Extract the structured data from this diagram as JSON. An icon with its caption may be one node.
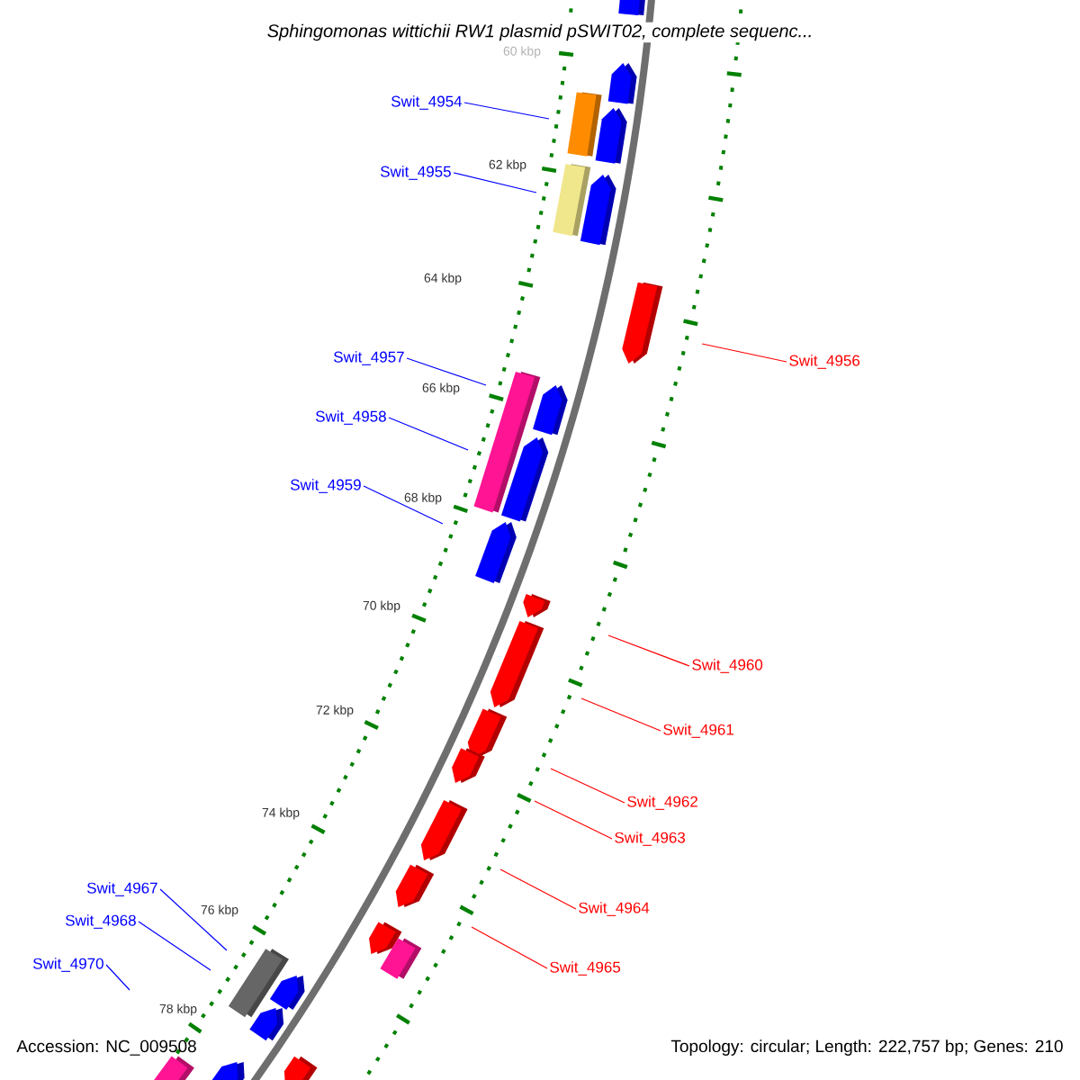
{
  "diagram": {
    "title": "Sphingomonas wittichii RW1 plasmid pSWIT02, complete sequenc...",
    "nodes": [
      {
        "text": [
          "Swit_4954"
        ]
      },
      {
        "text": [
          "Swit_4955"
        ]
      },
      {
        "text": [
          "Swit_4957"
        ]
      },
      {
        "text": [
          "Swit_4956"
        ]
      },
      {
        "text": [
          "Swit_4958"
        ]
      },
      {
        "text": [
          "Swit_4959"
        ]
      },
      {
        "text": [
          "Swit_4960"
        ]
      },
      {
        "text": [
          "Swit_4961"
        ]
      },
      {
        "text": [
          "Swit_4962"
        ]
      },
      {
        "text": [
          "Swit_4963"
        ]
      },
      {
        "text": [
          "Swit_4967"
        ]
      },
      {
        "text": [
          "Swit_4964"
        ]
      },
      {
        "text": [
          "Swit_4968"
        ]
      },
      {
        "text": [
          "Swit_4970"
        ]
      },
      {
        "text": [
          "Swit_4965"
        ]
      }
    ],
    "edges": [
      {
        "from": 0,
        "to": null,
        "arrow": "none",
        "color": "#0000ff"
      },
      {
        "from": 1,
        "to": null,
        "arrow": "none",
        "color": "#0000ff"
      },
      {
        "from": 2,
        "to": null,
        "arrow": "none",
        "color": "#0000ff"
      },
      {
        "from": 3,
        "to": null,
        "arrow": "none",
        "color": "#ff0000"
      },
      {
        "from": 4,
        "to": null,
        "arrow": "none",
        "color": "#0000ff"
      },
      {
        "from": 5,
        "to": null,
        "arrow": "none",
        "color": "#0000ff"
      },
      {
        "from": 6,
        "to": null,
        "arrow": "none",
        "color": "#ff0000"
      },
      {
        "from": 7,
        "to": null,
        "arrow": "none",
        "color": "#ff0000"
      },
      {
        "from": 8,
        "to": null,
        "arrow": "none",
        "color": "#ff0000"
      },
      {
        "from": 9,
        "to": null,
        "arrow": "none",
        "color": "#ff0000"
      },
      {
        "from": 10,
        "to": null,
        "arrow": "none",
        "color": "#0000ff"
      },
      {
        "from": 11,
        "to": null,
        "arrow": "none",
        "color": "#ff0000"
      },
      {
        "from": 12,
        "to": null,
        "arrow": "none",
        "color": "#0000ff"
      },
      {
        "from": 13,
        "to": null,
        "arrow": "none",
        "color": "#0000ff"
      },
      {
        "from": 14,
        "to": null,
        "arrow": "none",
        "color": "#ff0000"
      }
    ],
    "labels": [
      "60 kbp",
      "62 kbp",
      "64 kbp",
      "66 kbp",
      "68 kbp",
      "70 kbp",
      "72 kbp",
      "74 kbp",
      "76 kbp",
      "78 kbp",
      "Accession: NC_009508",
      "Topology: circular; Length: 222,757 bp; Genes: 210"
    ]
  }
}
